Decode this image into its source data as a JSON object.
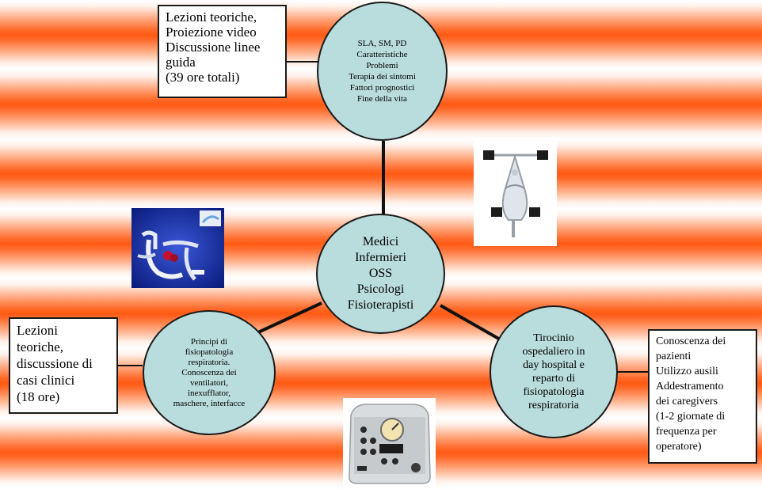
{
  "top_circle": {
    "lines": [
      "SLA, SM, PD",
      "Caratteristiche",
      "Problemi",
      "Terapia dei sintomi",
      "Fattori prognostici",
      "Fine della vita"
    ]
  },
  "center_circle": {
    "lines": [
      "Medici",
      "Infermieri",
      "OSS",
      "Psicologi",
      "Fisioterapisti"
    ]
  },
  "left_circle": {
    "lines": [
      "Principi di",
      "fisiopatologia",
      "respiratoria.",
      "Conoscenza dei",
      "ventilatori,",
      "inexufflator,",
      "maschere, interfacce"
    ]
  },
  "right_circle": {
    "lines": [
      "Tirocinio",
      "ospedaliero in",
      "day hospital e",
      "reparto di",
      "fisiopatologia",
      "respiratoria"
    ]
  },
  "top_box": {
    "lines": [
      "Lezioni teoriche,",
      "Proiezione video",
      "Discussione linee",
      "guida",
      "(39 ore totali)"
    ]
  },
  "left_box": {
    "lines": [
      "Lezioni",
      "teoriche,",
      "discussione di",
      "casi clinici",
      "(18 ore)"
    ]
  },
  "right_box": {
    "lines": [
      "Conoscenza dei",
      "pazienti",
      "Utilizzo ausili",
      "Addestramento",
      "dei caregivers",
      "(1-2 giornate di",
      "frequenza per",
      "operatore)"
    ]
  },
  "images": [
    "tracheostomy-tubes-photo",
    "face-mask-photo",
    "ventilator-device-photo"
  ]
}
